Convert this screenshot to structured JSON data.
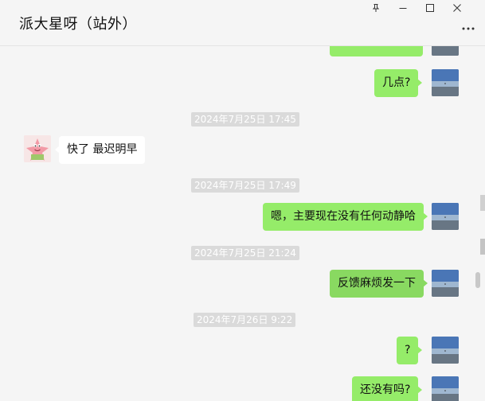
{
  "window": {
    "title": "派大星呀（站外）"
  },
  "controls": {
    "pin": "pin-icon",
    "minimize": "minimize-icon",
    "maximize": "maximize-icon",
    "close": "close-icon",
    "more": "more-icon"
  },
  "messages": [
    {
      "type": "outgoing",
      "text": "几点?"
    },
    {
      "type": "timestamp",
      "text": "2024年7月25日 17:45"
    },
    {
      "type": "incoming",
      "text": "快了  最迟明早"
    },
    {
      "type": "timestamp",
      "text": "2024年7月25日 17:49"
    },
    {
      "type": "outgoing",
      "text": "嗯，主要现在没有任何动静哈"
    },
    {
      "type": "timestamp",
      "text": "2024年7月25日 21:24"
    },
    {
      "type": "outgoing",
      "text": "反馈麻烦发一下"
    },
    {
      "type": "timestamp",
      "text": "2024年7月26日 9:22"
    },
    {
      "type": "outgoing",
      "text": "?"
    },
    {
      "type": "outgoing",
      "text": "还没有吗?"
    }
  ],
  "colors": {
    "outgoing_bubble": "#95ec69",
    "incoming_bubble": "#ffffff",
    "timestamp_bg": "#dadada",
    "window_bg": "#f5f5f5"
  }
}
